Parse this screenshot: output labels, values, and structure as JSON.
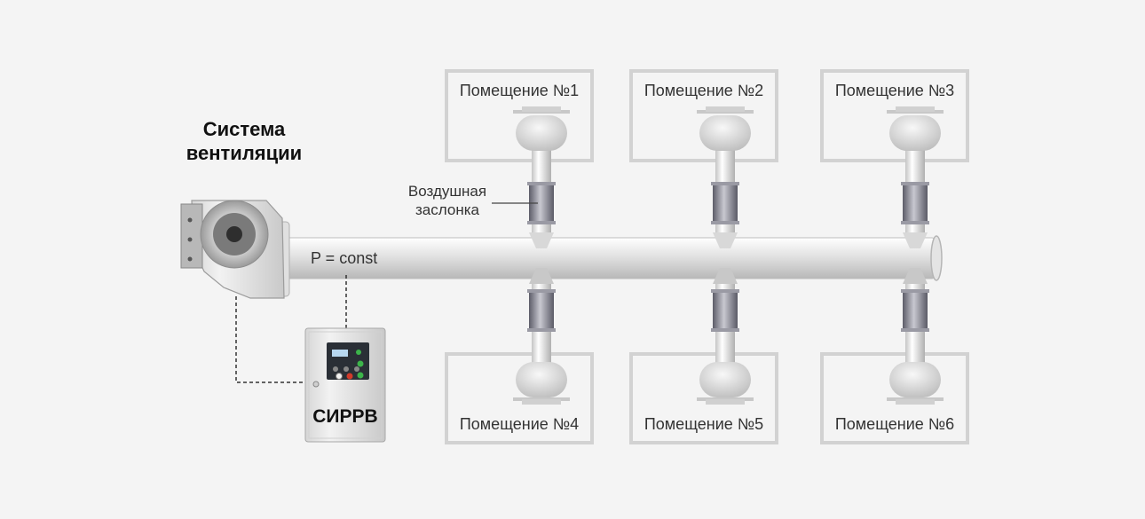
{
  "diagram": {
    "title_line1": "Система",
    "title_line2": "вентиляции",
    "pressure_label": "P = const",
    "damper_label_line1": "Воздушная",
    "damper_label_line2": "заслонка",
    "controller_label": "СИРРВ",
    "rooms": [
      {
        "label": "Помещение №1"
      },
      {
        "label": "Помещение №2"
      },
      {
        "label": "Помещение №3"
      },
      {
        "label": "Помещение №4"
      },
      {
        "label": "Помещение №5"
      },
      {
        "label": "Помещение №6"
      }
    ],
    "colors": {
      "background": "#f4f4f4",
      "pipe": "#d6d6d6",
      "damper": "#8a8a96",
      "controller_body": "#e6e6e6",
      "panel": "#2a2f36",
      "led_green": "#3cb44a",
      "led_red": "#d23a2a"
    }
  }
}
